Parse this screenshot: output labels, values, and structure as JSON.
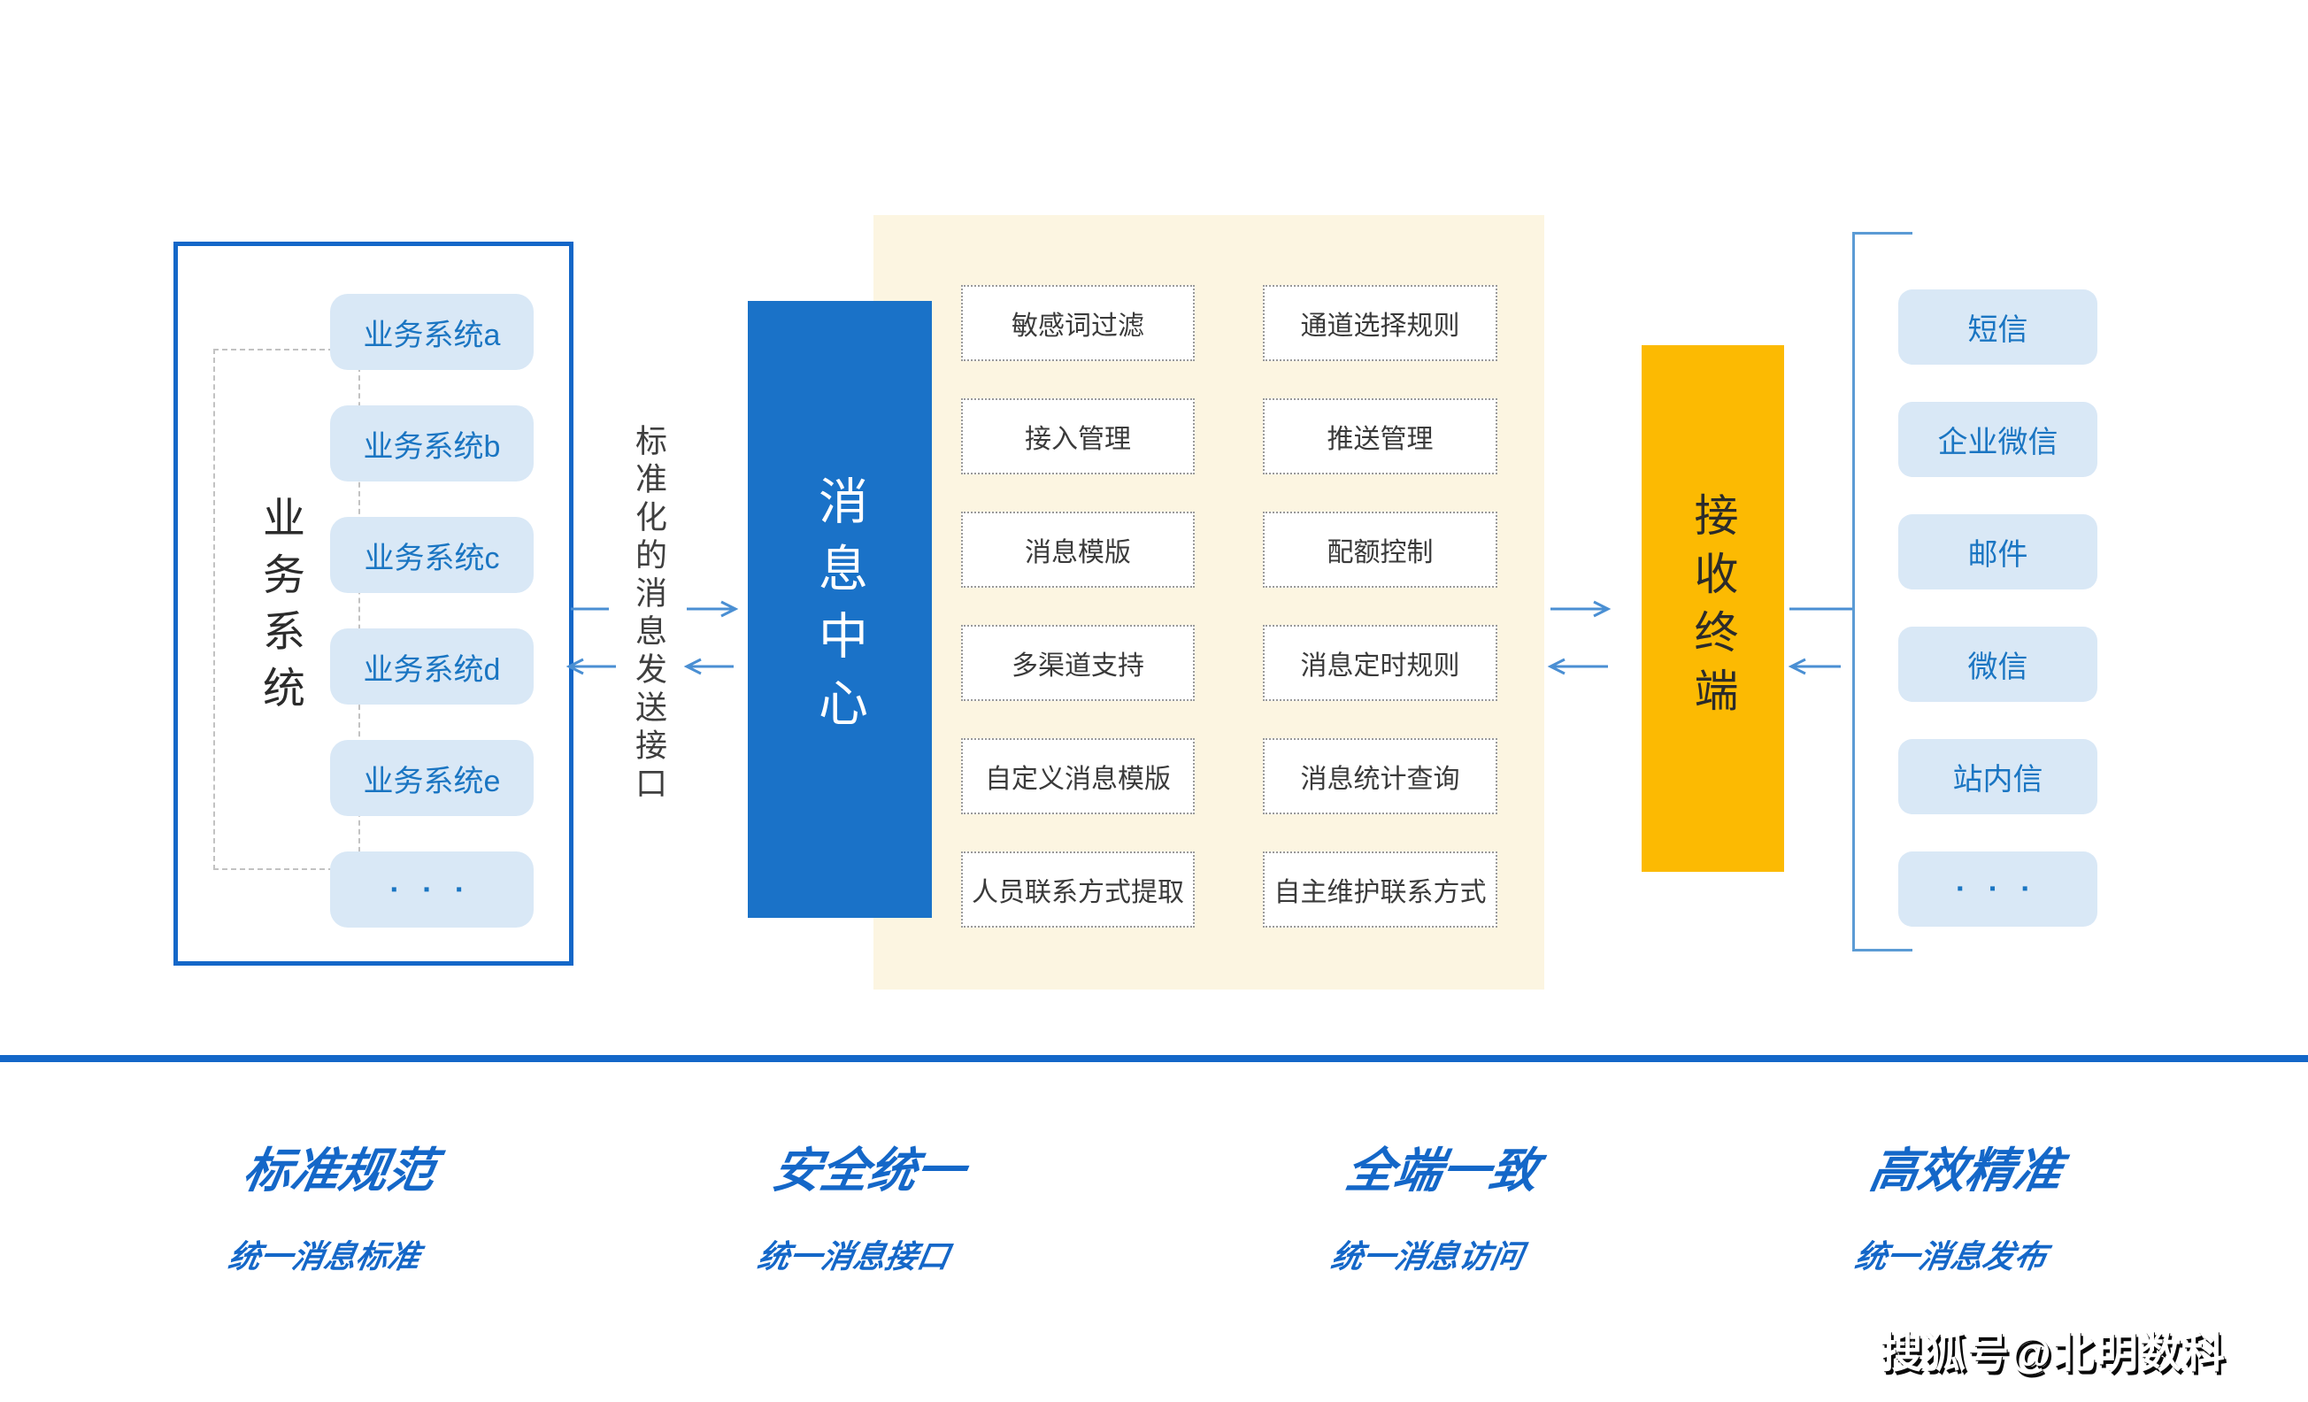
{
  "business_systems": {
    "group_label": "业务系统",
    "items": [
      "业务系统a",
      "业务系统b",
      "业务系统c",
      "业务系统d",
      "业务系统e",
      "▪ ▪ ▪"
    ]
  },
  "send_interface_label": "标准化的消息发送接口",
  "message_center": {
    "label": "消息中心",
    "features": {
      "col1": [
        "敏感词过滤",
        "接入管理",
        "消息模版",
        "多渠道支持",
        "自定义消息模版",
        "人员联系方式提取"
      ],
      "col2": [
        "通道选择规则",
        "推送管理",
        "配额控制",
        "消息定时规则",
        "消息统计查询",
        "自主维护联系方式"
      ]
    }
  },
  "receiving_terminal": {
    "label": "接收终端",
    "channels": [
      "短信",
      "企业微信",
      "邮件",
      "微信",
      "站内信",
      "▪ ▪ ▪"
    ]
  },
  "benefits": [
    {
      "title": "标准规范",
      "subtitle": "统一消息标准"
    },
    {
      "title": "安全统一",
      "subtitle": "统一消息接口"
    },
    {
      "title": "全端一致",
      "subtitle": "统一消息访问"
    },
    {
      "title": "高效精准",
      "subtitle": "统一消息发布"
    }
  ],
  "watermark": "搜狐号@北明数科",
  "colors": {
    "accent_blue": "#1467c8",
    "center_box_blue": "#1a72c8",
    "arrow_blue": "#4a8fd3",
    "bracket_blue": "#5b9bd5",
    "pill_bg": "#d9e8f6",
    "pill_text": "#1a75c2",
    "panel_cream": "#fcf5e1",
    "terminal_orange": "#fcba02",
    "feature_text": "#3a3a3a"
  }
}
